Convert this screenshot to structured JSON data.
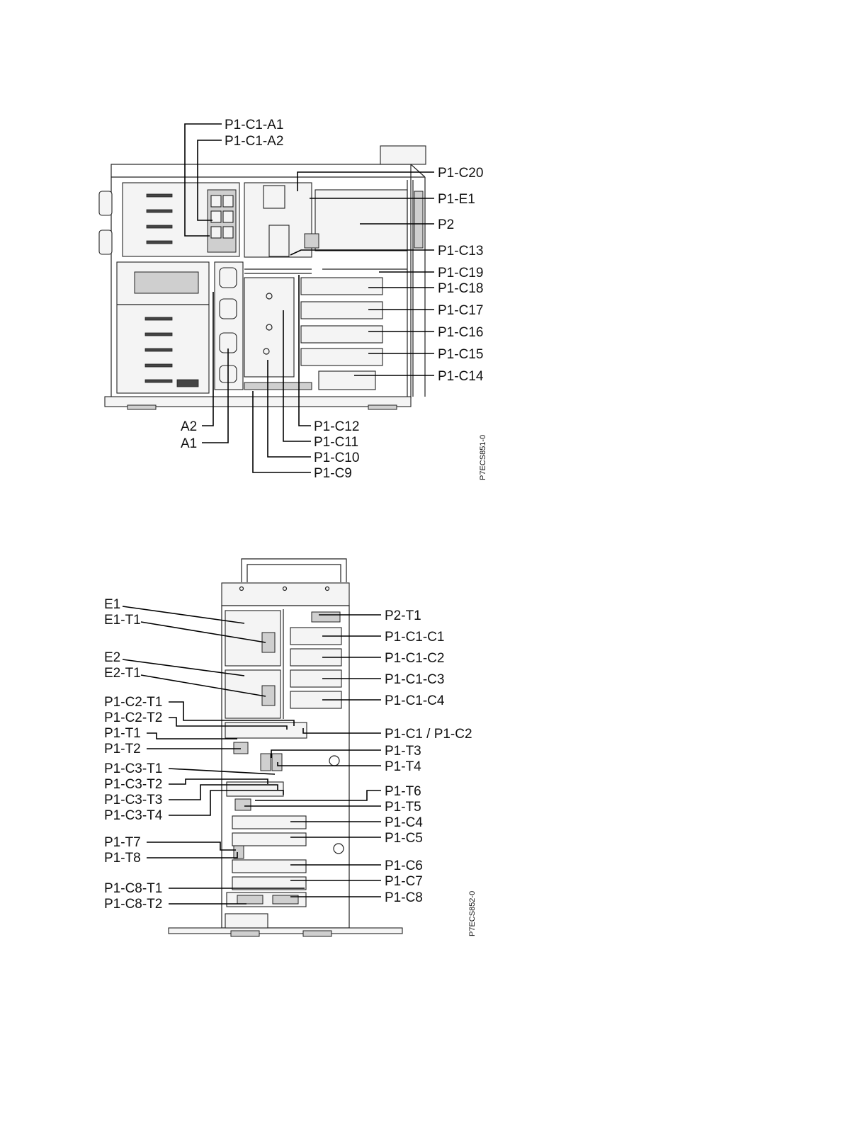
{
  "figures": [
    {
      "id": "P7ECS851-0",
      "labels": [
        "P1-C1-A1",
        "P1-C1-A2",
        "P1-C20",
        "P1-E1",
        "P2",
        "P1-C13",
        "P1-C19",
        "P1-C18",
        "P1-C17",
        "P1-C16",
        "P1-C15",
        "P1-C14",
        "A2",
        "A1",
        "P1-C12",
        "P1-C11",
        "P1-C10",
        "P1-C9"
      ]
    },
    {
      "id": "P7ECS852-0",
      "labels": [
        "E1",
        "E1-T1",
        "E2",
        "E2-T1",
        "P1-C2-T1",
        "P1-C2-T2",
        "P1-T1",
        "P1-T2",
        "P1-C3-T1",
        "P1-C3-T2",
        "P1-C3-T3",
        "P1-C3-T4",
        "P1-T7",
        "P1-T8",
        "P1-C8-T1",
        "P1-C8-T2",
        "P2-T1",
        "P1-C1-C1",
        "P1-C1-C2",
        "P1-C1-C3",
        "P1-C1-C4",
        "P1-C1 / P1-C2",
        "P1-T3",
        "P1-T4",
        "P1-T6",
        "P1-T5",
        "P1-C4",
        "P1-C5",
        "P1-C6",
        "P1-C7",
        "P1-C8"
      ]
    }
  ]
}
